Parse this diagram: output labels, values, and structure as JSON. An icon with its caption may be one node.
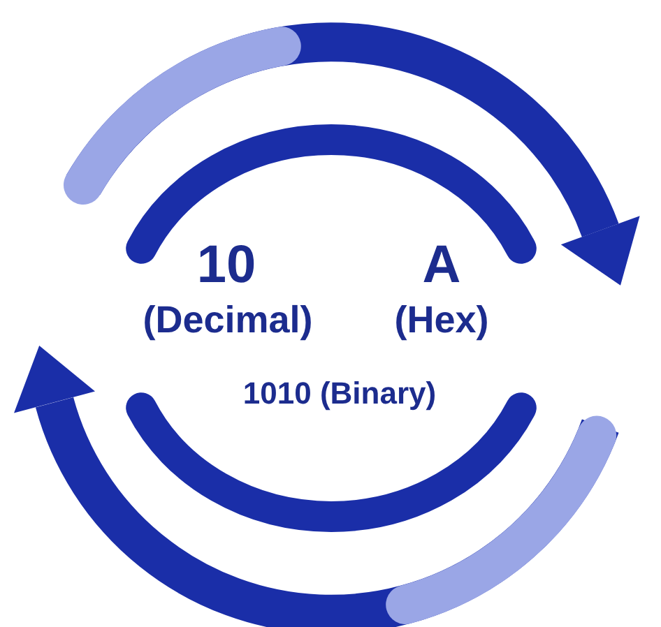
{
  "diagram": {
    "labels": [
      "10",
      "(Decimal)",
      "A",
      "(Hex)",
      "1010 (Binary)"
    ]
  }
}
